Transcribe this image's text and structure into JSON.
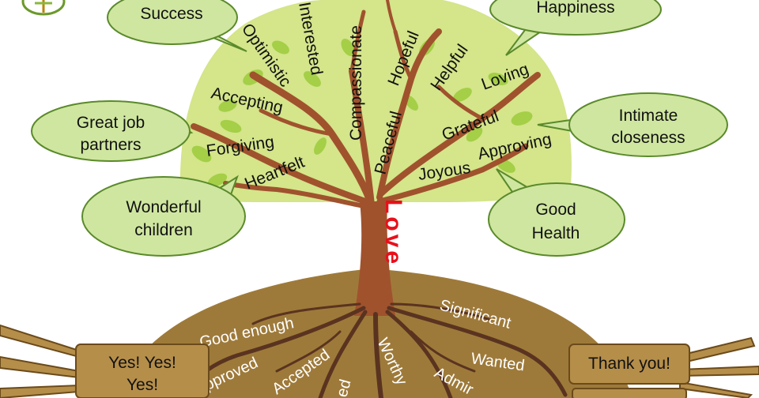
{
  "center_word": "Love",
  "canopy_words": {
    "optimistic": "Optimistic",
    "interested": "Interested",
    "compassionate": "Compassionate",
    "hopeful": "Hopeful",
    "helpful": "Helpful",
    "loving": "Loving",
    "accepting": "Accepting",
    "forgiving": "Forgiving",
    "heartfelt": "Heartfelt",
    "peaceful": "Peaceful",
    "grateful": "Grateful",
    "approving": "Approving",
    "joyous": "Joyous"
  },
  "bubbles": {
    "success": [
      "Success"
    ],
    "happiness": [
      "Happiness"
    ],
    "great_job": [
      "Great job",
      "partners"
    ],
    "intimate": [
      "Intimate",
      "closeness"
    ],
    "children": [
      "Wonderful",
      "children"
    ],
    "health": [
      "Good",
      "Health"
    ]
  },
  "root_words": {
    "good_enough": "Good enough",
    "significant": "Significant",
    "approved": "Approved",
    "accepted": "Accepted",
    "worthy": "Worthy",
    "wanted": "Wanted",
    "admired": "Admir",
    "loved": "ed"
  },
  "signs": {
    "yes": [
      "Yes! Yes!",
      "Yes!"
    ],
    "thanks": [
      "Thank you!"
    ]
  },
  "colors": {
    "canopy": "#d4e58a",
    "leaf": "#9ccc3c",
    "trunk": "#a0522d",
    "soil": "#9e7a3a",
    "roots": "#5a3320",
    "bubble_fill": "#cfe6a0",
    "bubble_stroke": "#5a8a2a",
    "sign_fill": "#b58e4a",
    "love": "#e8101a"
  },
  "logo_icon": "tree-logo-icon"
}
